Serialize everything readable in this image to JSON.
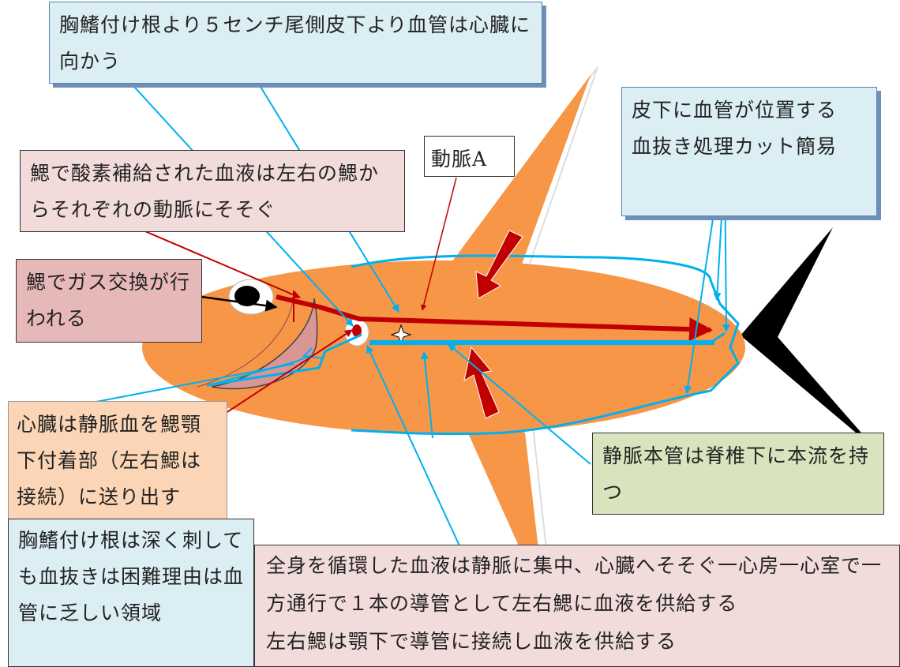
{
  "labels": {
    "pectoral_vessel": "胸鰭付け根より５センチ尾側皮下より血管は心臓に向かう",
    "subcutaneous_vessel": "皮下に血管が位置する\n血抜き処理カット簡易",
    "artery_a": "動脈A",
    "gill_oxygen": "鰓で酸素補給された血液は左右の鰓からそれぞれの動脈にそそぐ",
    "gill_gas_exchange": "鰓でガス交換が行われる",
    "heart_pumps": "心臓は静脈血を鰓顎下付着部（左右鰓は接続）に送り出す",
    "pectoral_deep": "胸鰭付け根は深く刺しても血抜きは困難理由は血管に乏しい領域",
    "vein_main": "静脈本管は脊椎下に本流を持つ",
    "circulation": "全身を循環した血液は静脈に集中、心臓へそそぐ一心房一心室で一方通行で１本の導管として左右鰓に血液を供給する\n左右鰓は顎下で導管に接続し血液を供給する"
  },
  "colors": {
    "fish_body": "#f79646",
    "fish_outline": "#00b0f0",
    "artery": "#c00000",
    "vein": "#00b0f0",
    "tail": "#000000"
  }
}
